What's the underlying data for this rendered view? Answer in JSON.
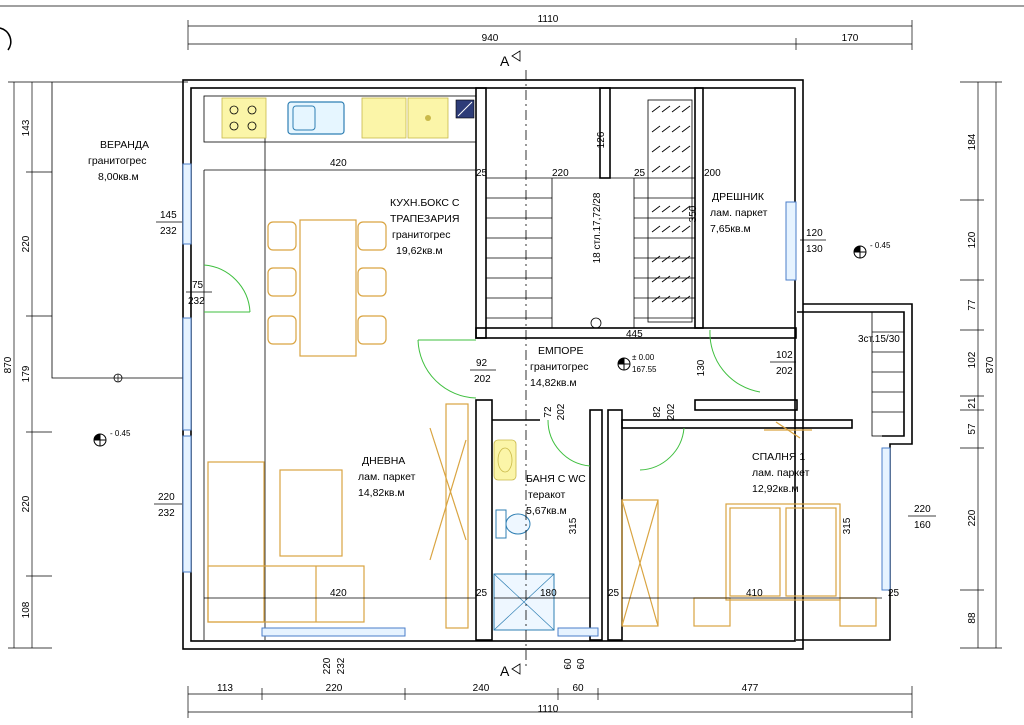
{
  "section_label": "A",
  "dimensions": {
    "top_total": "1110",
    "top_seg_1": "940",
    "top_seg_2": "170",
    "bottom_total": "1110",
    "bottom_segs": [
      "113",
      "220",
      "240",
      "60",
      "477"
    ],
    "left_total": "870",
    "left_segs": [
      "143",
      "220",
      "179",
      "220",
      "108"
    ],
    "right_total": "870",
    "right_segs": [
      "184",
      "120",
      "77",
      "102",
      "21",
      "57",
      "220",
      "88"
    ]
  },
  "rooms": {
    "veranda": {
      "name": "ВЕРАНДА",
      "floor": "гранитогрес",
      "area": "8,00кв.м"
    },
    "kitchen": {
      "name_1": "КУХН.БОКС С",
      "name_2": "ТРАПЕЗАРИЯ",
      "floor": "гранитогрес",
      "area": "19,62кв.м"
    },
    "wardrobe": {
      "name": "ДРЕШНИК",
      "floor": "лам. паркет",
      "area": "7,65кв.м"
    },
    "hall": {
      "name": "ЕМПОРЕ",
      "floor": "гранитогрес",
      "area": "14,82кв.м"
    },
    "living": {
      "name": "ДНЕВНА",
      "floor": "лам. паркет",
      "area": "14,82кв.м"
    },
    "bath": {
      "name": "БАНЯ С WC",
      "floor": "теракот",
      "area": "5,67кв.м"
    },
    "bedroom": {
      "name": "СПАЛНЯ 1",
      "floor": "лам. паркет",
      "area": "12,92кв.м"
    }
  },
  "labels": {
    "w420_top": "420",
    "w420_bottom": "420",
    "stair_220": "220",
    "stair_126": "126",
    "stair_25a": "25",
    "stair_25b": "25",
    "wardrobe_200": "200",
    "stair_350": "350",
    "stair_steps": "18 стл.17,72/28",
    "stair_445": "445",
    "attic": "3ст.15/30",
    "op_145_232": [
      "145",
      "232"
    ],
    "op_75_232": [
      "75",
      "232"
    ],
    "op_120_130": [
      "120",
      "130"
    ],
    "op_92_202": [
      "92",
      "202"
    ],
    "op_102_202": [
      "102",
      "202"
    ],
    "op_130": "130",
    "op_72_202": [
      "72",
      "202"
    ],
    "op_82_202": [
      "82",
      "202"
    ],
    "op_220_232_left": [
      "220",
      "232"
    ],
    "op_220_160_right": [
      "220",
      "160"
    ],
    "op_220_232_bottom": [
      "220",
      "232"
    ],
    "op_60_60": [
      "60",
      "60"
    ],
    "bath_315": "315",
    "bed_315": "315",
    "bed_410": "410",
    "bath_180": "180",
    "bath_25": "25",
    "bed_25a": "25",
    "bed_25b": "25",
    "level_hall": "± 0.00",
    "level_hall_sub": "167.55",
    "level_right": "- 0.45",
    "level_left": "- 0.45"
  }
}
